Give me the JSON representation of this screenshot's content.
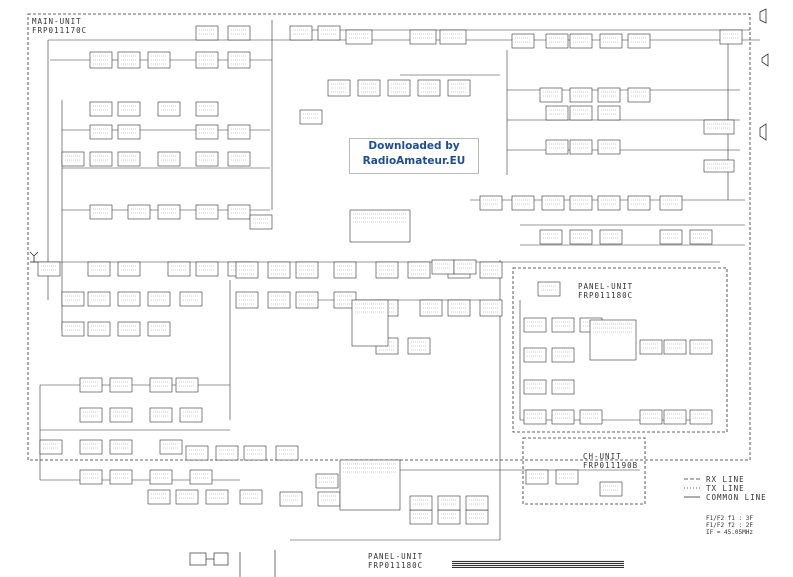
{
  "watermark": {
    "line1": "Downloaded by",
    "line2": "RadioAmateur.EU"
  },
  "labels": {
    "main_unit": "MAIN-UNIT",
    "main_unit_code": "FRP011170C",
    "panel_unit": "PANEL-UNIT",
    "panel_unit_code": "FRP011180C",
    "ch_unit": "CH-UNIT",
    "ch_unit_code": "FRP011190B",
    "panel_unit_bottom": "PANEL-UNIT",
    "panel_unit_bottom_code": "FRP011180C"
  },
  "legend": {
    "rx": "RX LINE",
    "tx": "TX LINE",
    "common": "COMMON LINE",
    "notes": [
      "F1/F2 f1 : 3F",
      "F1/F2 f2 : 2F",
      "IF = 45.05MHz"
    ]
  },
  "colors": {
    "ink": "#222222",
    "paper": "#ffffff",
    "watermark": "#1f4e8c"
  }
}
